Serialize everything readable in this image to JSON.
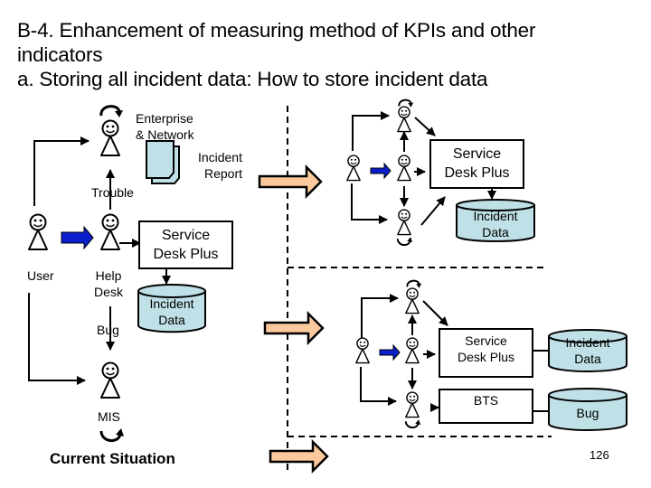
{
  "slide": {
    "title_lines": [
      "B-4. Enhancement of measuring method of KPIs and other",
      "indicators",
      "a. Storing all incident data: How to store incident data"
    ],
    "page_number": "126",
    "colors": {
      "transition_arrow_fill": "#fbc99b",
      "handoff_arrow_fill": "#0a1ecc",
      "database_fill": "#bfe0e6",
      "document_fill": "#bfe0e6",
      "line": "#000000"
    }
  },
  "current": {
    "caption": "Current Situation",
    "actors": {
      "enterprise": "Enterprise\n& Network",
      "user": "User",
      "help_desk": "Help\nDesk",
      "mis": "MIS"
    },
    "labels": {
      "trouble": "Trouble",
      "bug": "Bug",
      "incident_report": "Incident\nReport",
      "service_desk": "Service\nDesk Plus",
      "incident_data": "Incident\nData"
    },
    "icons": [
      "refresh-cycle-icon",
      "person-icon",
      "document-stack-icon",
      "database-icon",
      "handoff-arrow-icon"
    ]
  },
  "proposal_a": {
    "service_desk": "Service\nDesk Plus",
    "incident_data": "Incident\nData"
  },
  "proposal_b": {
    "service_desk": "Service\nDesk Plus",
    "incident_data": "Incident\nData",
    "bts": "BTS",
    "bug": "Bug"
  }
}
